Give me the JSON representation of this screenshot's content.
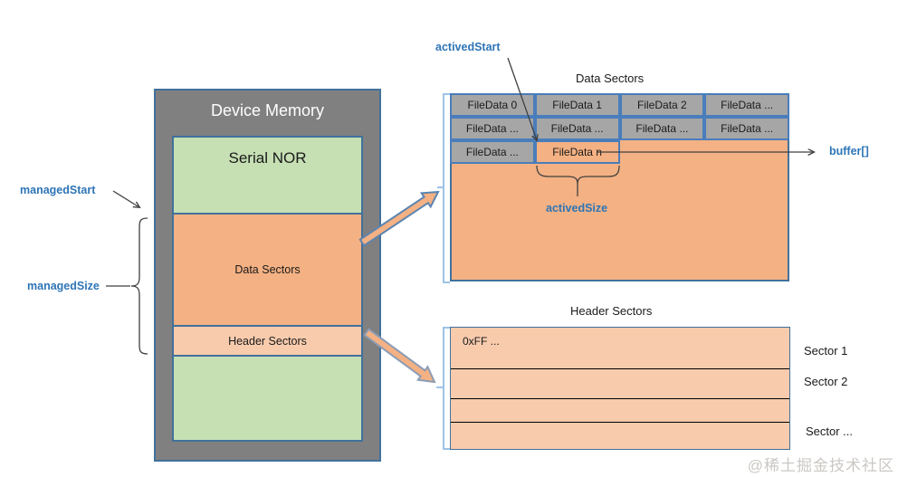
{
  "device": {
    "title": "Device Memory",
    "sections": [
      {
        "label": "Serial NOR"
      },
      {
        "label": "Data Sectors"
      },
      {
        "label": "Header Sectors"
      }
    ]
  },
  "annotations": {
    "managed_start": "managedStart",
    "managed_size": "managedSize",
    "actived_start": "activedStart",
    "actived_size": "activedSize",
    "buffer": "buffer[]"
  },
  "data_panel": {
    "title": "Data Sectors",
    "rows": [
      [
        "FileData 0",
        "FileData 1",
        "FileData 2",
        "FileData ..."
      ],
      [
        "FileData ...",
        "FileData ...",
        "FileData ...",
        "FileData ..."
      ],
      [
        "FileData ...",
        "FileData n"
      ]
    ]
  },
  "header_panel": {
    "title": "Header Sectors",
    "first_cell": "0xFF ...",
    "sector_labels": [
      "Sector 1",
      "Sector 2",
      "Sector ..."
    ]
  },
  "watermark": "@稀土掘金技术社区",
  "colors": {
    "label_blue": "#2e75b6",
    "panel_orange": "#f4b183",
    "panel_light_orange": "#f8cbad",
    "green": "#c6e0b4",
    "device_gray": "#808080",
    "cell_gray": "#a6a6a6",
    "border_blue": "#41719c",
    "cell_border_blue": "#4a7dbb",
    "bracket_blue": "#9dc3e6"
  }
}
